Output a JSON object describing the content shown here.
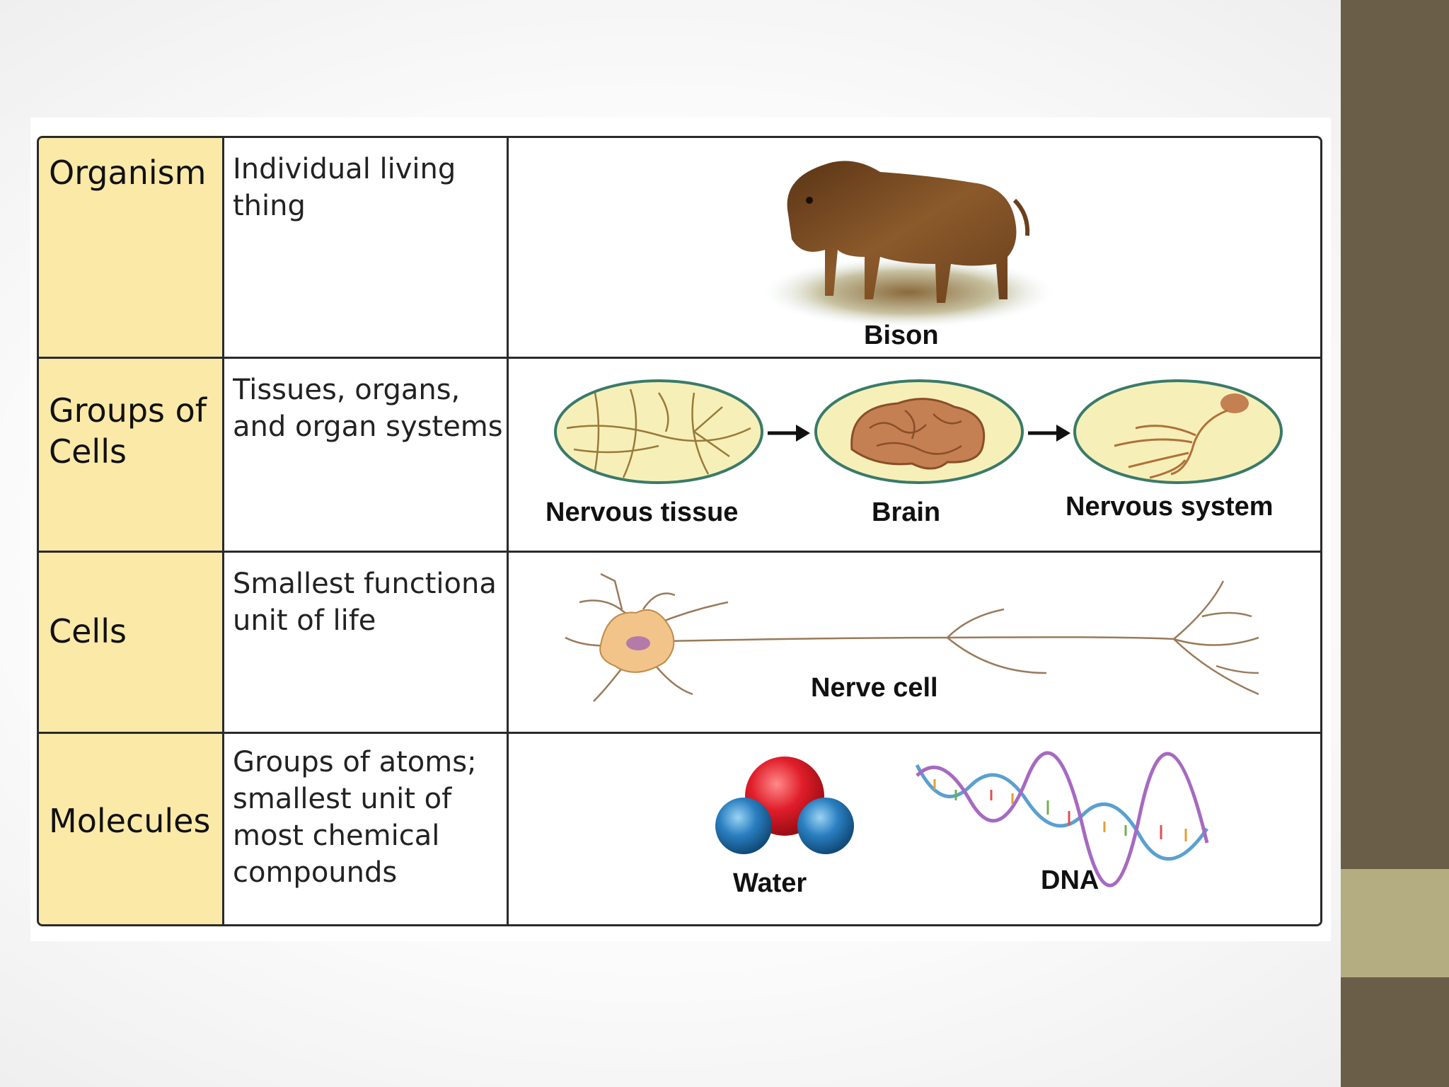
{
  "rows": [
    {
      "level": "Organism",
      "description": "Individual living\nthing",
      "captions": [
        "Bison"
      ],
      "icons": [
        "bison-icon"
      ]
    },
    {
      "level": "Groups of\nCells",
      "description": "Tissues, organs,\nand organ systems",
      "captions": [
        "Nervous tissue",
        "Brain",
        "Nervous system"
      ],
      "icons": [
        "nervous-tissue-icon",
        "brain-icon",
        "nervous-system-icon",
        "arrow-right-icon"
      ]
    },
    {
      "level": "Cells",
      "description": "Smallest functiona\nunit of life",
      "captions": [
        "Nerve cell"
      ],
      "icons": [
        "nerve-cell-icon"
      ]
    },
    {
      "level": "Molecules",
      "description": "Groups of atoms;\nsmallest unit of\nmost chemical\ncompounds",
      "captions": [
        "Water",
        "DNA"
      ],
      "icons": [
        "water-molecule-icon",
        "dna-icon"
      ]
    }
  ],
  "colors": {
    "level_column": "#fbe9a8",
    "border": "#2a2a2a",
    "sidebar": "#6b5e48",
    "sidebar_accent": "#b4ad82"
  }
}
